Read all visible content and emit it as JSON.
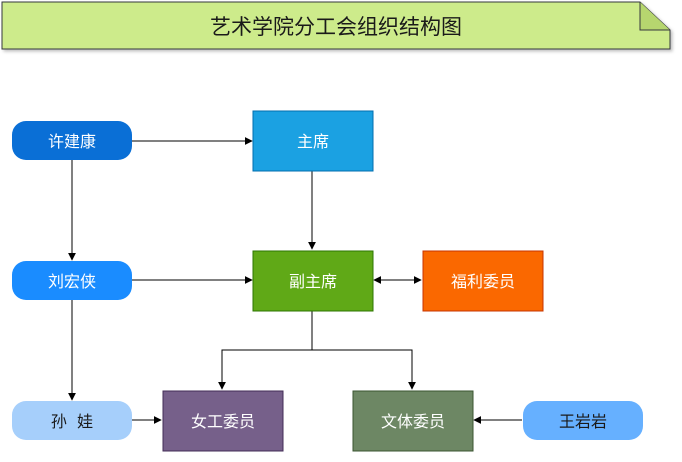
{
  "title": "艺术学院分工会组织结构图",
  "people": {
    "xu": "许建康",
    "liu": "刘宏侠",
    "sun": "孙  娃",
    "wang": "王岩岩"
  },
  "roles": {
    "chair": "主席",
    "vice_chair": "副主席",
    "welfare": "福利委员",
    "women": "女工委员",
    "culture": "文体委员"
  },
  "colors": {
    "title_fill": "#cdeb8b",
    "title_stroke": "#36393d",
    "xu": "#0a6fd6",
    "liu": "#1a8cff",
    "sun": "#a6cffb",
    "wang": "#66b0ff",
    "chair": "#1ba1e2",
    "vice_chair": "#60a917",
    "welfare": "#fa6800",
    "women": "#76608a",
    "culture": "#6d8764",
    "edge": "#000000"
  }
}
